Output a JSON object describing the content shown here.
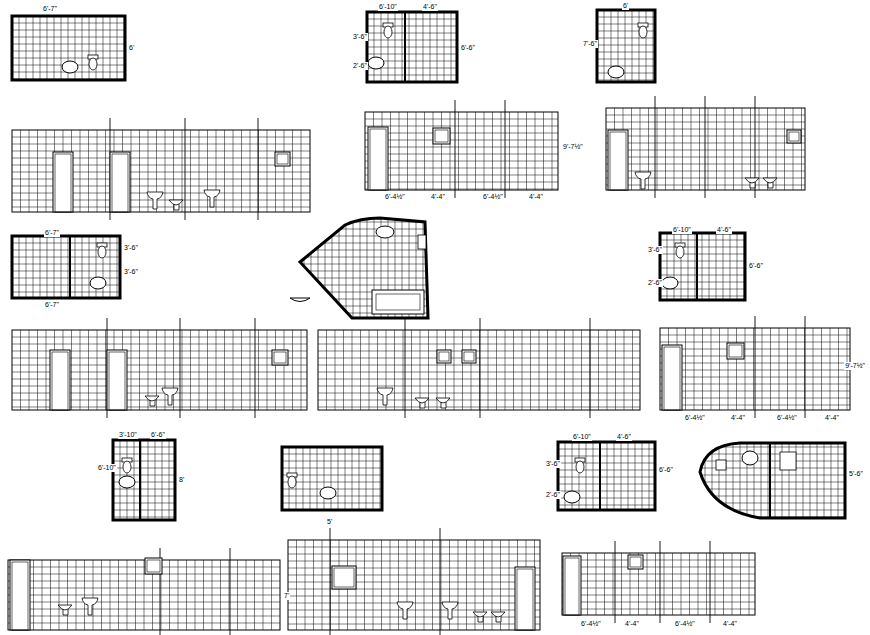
{
  "diagram": {
    "labels": [
      "6'-7\"",
      "6'",
      "6'-10\"",
      "4'-6\"",
      "3'-6\"",
      "2'-6\"",
      "6'-6\"",
      "6'",
      "7'-6\"",
      "9'-7½\"",
      "6'-4½\"",
      "4'-4\"",
      "6'-4½\"",
      "4'-4\"",
      "6'-7\"",
      "3'-6\"",
      "3'-6\"",
      "6'-7\"",
      "6'-10\"",
      "4'-6\"",
      "3'-6\"",
      "2'-6\"",
      "6'-6\"",
      "9'-7½\"",
      "6'-4½\"",
      "4'-4\"",
      "6'-4½\"",
      "4'-4\"",
      "3'-10\"",
      "6'-6\"",
      "6'-10\"",
      "8'",
      "5'",
      "6'-10\"",
      "4'-6\"",
      "3'-6\"",
      "2'-6\"",
      "6'-6\"",
      "5'-6\"",
      "7'",
      "6'-4½\"",
      "4'-4\"",
      "6'-4½\"",
      "4'-4\""
    ]
  }
}
